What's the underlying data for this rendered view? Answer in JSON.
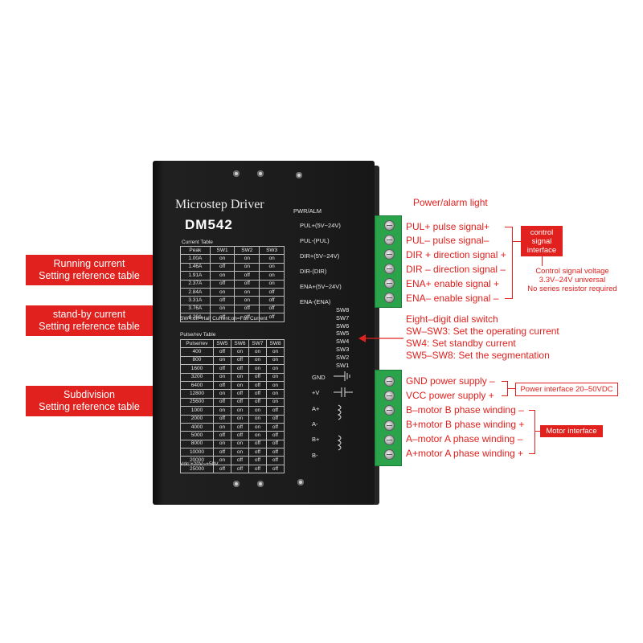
{
  "left_labels": {
    "running_current": [
      "Running current",
      "Setting reference table"
    ],
    "standby_current": [
      "stand-by current",
      "Setting reference table"
    ],
    "subdivision": [
      "Subdivision",
      "Setting reference table"
    ]
  },
  "device": {
    "title": "Microstep Driver",
    "model": "DM542",
    "pwr_alm": "PWR/ALM",
    "signal_labels": [
      "PUL+(5V~24V)",
      "PUL-(PUL)",
      "DIR+(5V~24V)",
      "DIR-(DIR)",
      "ENA+(5V~24V)",
      "ENA-(ENA)"
    ],
    "switch_labels": [
      "SW8",
      "SW7",
      "SW6",
      "SW5",
      "SW4",
      "SW3",
      "SW2",
      "SW1"
    ],
    "power_labels": [
      "GND",
      "+V",
      "A+",
      "A-",
      "B+",
      "B-"
    ],
    "current_table": {
      "title": "Current Table",
      "headers": [
        "Peak",
        "SW1",
        "SW2",
        "SW3"
      ],
      "rows": [
        [
          "1.00A",
          "on",
          "on",
          "on"
        ],
        [
          "1.46A",
          "off",
          "on",
          "on"
        ],
        [
          "1.91A",
          "on",
          "off",
          "on"
        ],
        [
          "2.37A",
          "off",
          "off",
          "on"
        ],
        [
          "2.84A",
          "on",
          "on",
          "off"
        ],
        [
          "3.31A",
          "off",
          "on",
          "off"
        ],
        [
          "3.76A",
          "on",
          "off",
          "off"
        ],
        [
          "4.20A",
          "off",
          "off",
          "off"
        ]
      ],
      "note": "SW4:off=Half Current;on=Full Current"
    },
    "pulse_table": {
      "title": "Pulse/rev Table",
      "headers": [
        "Pulse/rev",
        "SW5",
        "SW6",
        "SW7",
        "SW8"
      ],
      "rows": [
        [
          "400",
          "off",
          "on",
          "on",
          "on"
        ],
        [
          "800",
          "on",
          "off",
          "on",
          "on"
        ],
        [
          "1600",
          "off",
          "off",
          "on",
          "on"
        ],
        [
          "3200",
          "on",
          "on",
          "off",
          "on"
        ],
        [
          "6400",
          "off",
          "on",
          "off",
          "on"
        ],
        [
          "12800",
          "on",
          "off",
          "off",
          "on"
        ],
        [
          "25600",
          "off",
          "off",
          "off",
          "on"
        ],
        [
          "1000",
          "on",
          "on",
          "on",
          "off"
        ],
        [
          "2000",
          "off",
          "on",
          "on",
          "off"
        ],
        [
          "4000",
          "on",
          "off",
          "on",
          "off"
        ],
        [
          "5000",
          "off",
          "off",
          "on",
          "off"
        ],
        [
          "8000",
          "on",
          "on",
          "off",
          "off"
        ],
        [
          "10000",
          "off",
          "on",
          "off",
          "off"
        ],
        [
          "20000",
          "on",
          "off",
          "off",
          "off"
        ],
        [
          "25000",
          "off",
          "off",
          "off",
          "off"
        ]
      ],
      "note": "Vdc:+20V~+50V"
    }
  },
  "right_annotations": {
    "power_alarm_light": "Power/alarm light",
    "signals": [
      "PUL+ pulse signal+",
      "PUL– pulse signal–",
      "DIR + direction signal +",
      "DIR – direction signal –",
      "ENA+ enable signal +",
      "ENA– enable signal –"
    ],
    "control_interface": [
      "control",
      "signal",
      "interface"
    ],
    "control_voltage": [
      "Control signal voltage",
      "3.3V–24V universal",
      "No series resistor required"
    ],
    "dial_switch": [
      "Eight–digit dial switch",
      "SW–SW3: Set the operating current",
      "SW4: Set standby current",
      "SW5–SW8: Set the segmentation"
    ],
    "power": [
      "GND power supply –",
      "VCC power supply +"
    ],
    "power_interface": "Power interface 20–50VDC",
    "motor": [
      "B–motor B phase winding –",
      "B+motor B phase winding +",
      "A–motor A phase winding –",
      "A+motor A phase winding +"
    ],
    "motor_interface": "Motor interface"
  },
  "colors": {
    "accent_red": "#e0211e",
    "device_black": "#1c1c1c",
    "terminal_green": "#2aa34a"
  }
}
